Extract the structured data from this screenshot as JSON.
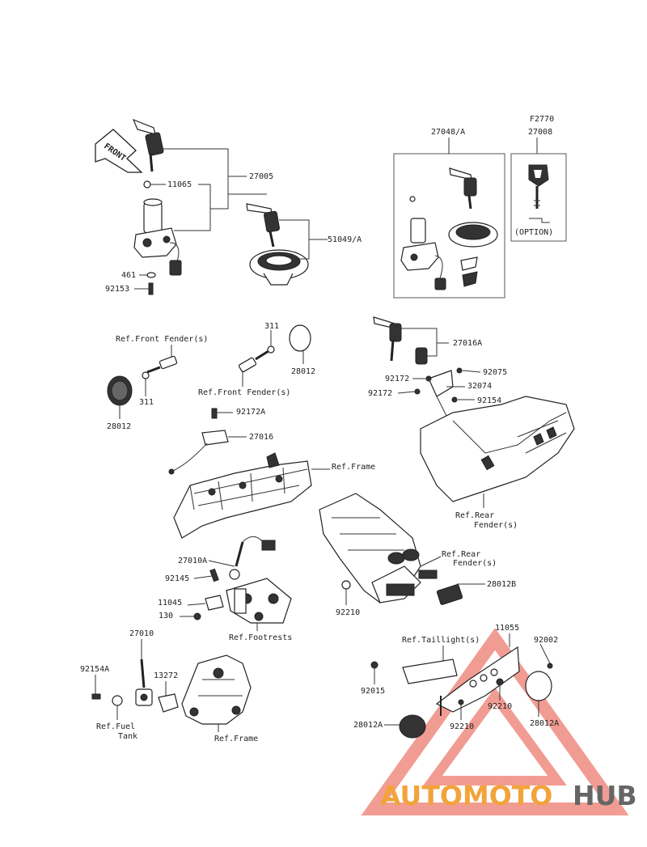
{
  "labels": {
    "front": "FRONT",
    "p11065": "11065",
    "p27005": "27005",
    "p461": "461",
    "p92153": "92153",
    "p51049A": "51049/A",
    "p27048A": "27048/A",
    "pF2770": "F2770",
    "p27008": "27008",
    "option": "(OPTION)",
    "ref_front_fender_1": "Ref.Front Fender(s)",
    "p311a": "311",
    "p28012a": "28012",
    "p311b": "311",
    "p28012b": "28012",
    "ref_front_fender_2": "Ref.Front Fender(s)",
    "p27016A": "27016A",
    "p92172a": "92172",
    "p92075": "92075",
    "p32074": "32074",
    "p92172b": "92172",
    "p92154": "92154",
    "p92172A": "92172A",
    "p27016": "27016",
    "ref_frame_1": "Ref.Frame",
    "ref_rear_fender_1a": "Ref.Rear",
    "ref_rear_fender_1b": "Fender(s)",
    "p27010A": "27010A",
    "p92145": "92145",
    "p11045": "11045",
    "p130": "130",
    "ref_footrests": "Ref.Footrests",
    "ref_rear_fender_2a": "Ref.Rear",
    "ref_rear_fender_2b": "Fender(s)",
    "p28012B": "28012B",
    "p92210a": "92210",
    "p27010": "27010",
    "p92154A": "92154A",
    "p13272": "13272",
    "ref_fuel_tank_a": "Ref.Fuel",
    "ref_fuel_tank_b": "Tank",
    "ref_frame_2": "Ref.Frame",
    "ref_taillight": "Ref.Taillight(s)",
    "p11055": "11055",
    "p92002": "92002",
    "p92015": "92015",
    "p92210b": "92210",
    "p28012A_a": "28012A",
    "p92210c": "92210",
    "p28012A_b": "28012A"
  },
  "watermark": {
    "part1": "AUTOMOTO",
    "part2": "HUB"
  },
  "colors": {
    "watermark_orange": "#f2a33a",
    "watermark_gray": "#666666",
    "watermark_triangle": "#e74c3c"
  }
}
